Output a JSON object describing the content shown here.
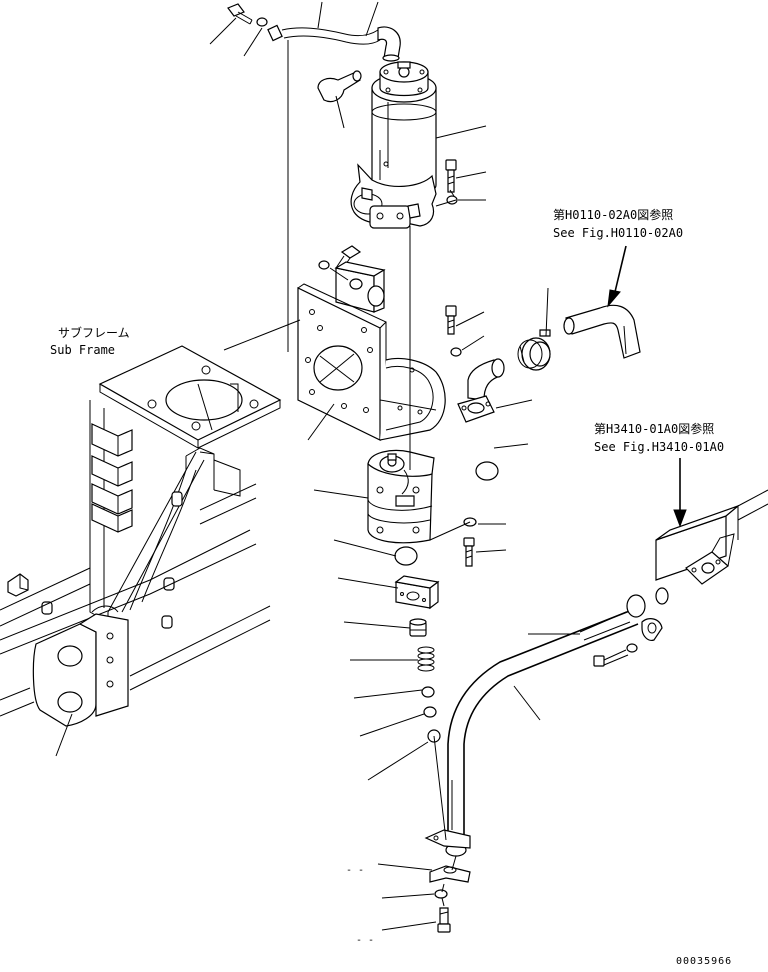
{
  "labels": {
    "sub_frame_jp": "サブフレーム",
    "sub_frame_en": "Sub Frame",
    "ref1_jp": "第H0110-02A0図参照",
    "ref1_en": "See Fig.H0110-02A0",
    "ref2_jp": "第H3410-01A0図参照",
    "ref2_en": "See Fig.H3410-01A0"
  },
  "dash_marks": [
    "- -",
    "- -"
  ],
  "document_number": "00035966"
}
